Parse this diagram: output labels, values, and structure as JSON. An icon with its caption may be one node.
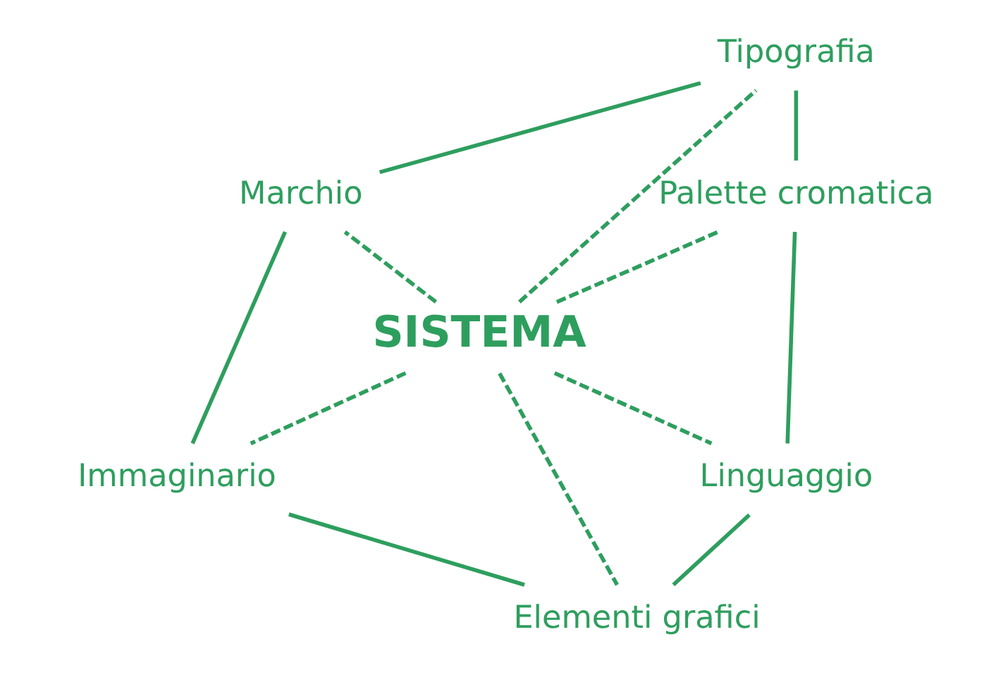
{
  "diagram": {
    "nodes": [
      {
        "text": [
          "Tipografia"
        ]
      },
      {
        "text": [
          "Palette cromatica"
        ]
      },
      {
        "text": [
          "Marchio"
        ]
      },
      {
        "text": [
          "SISTEMA"
        ]
      },
      {
        "text": [
          "Immaginario"
        ]
      },
      {
        "text": [
          "Linguaggio"
        ]
      },
      {
        "text": [
          "Elementi grafici"
        ]
      }
    ],
    "edges": [
      {
        "from": 0,
        "to": 1,
        "arrow": "none"
      },
      {
        "from": 1,
        "to": 5,
        "arrow": "none"
      },
      {
        "from": 5,
        "to": 6,
        "arrow": "none"
      },
      {
        "from": 6,
        "to": 4,
        "arrow": "none"
      },
      {
        "from": 4,
        "to": 2,
        "arrow": "none"
      },
      {
        "from": 2,
        "to": 0,
        "arrow": "none"
      },
      {
        "from": 3,
        "to": 0,
        "arrow": "none",
        "style": "dashed"
      },
      {
        "from": 3,
        "to": 1,
        "arrow": "none",
        "style": "dashed"
      },
      {
        "from": 3,
        "to": 5,
        "arrow": "none",
        "style": "dashed"
      },
      {
        "from": 3,
        "to": 6,
        "arrow": "none",
        "style": "dashed"
      },
      {
        "from": 3,
        "to": 4,
        "arrow": "none",
        "style": "dashed"
      },
      {
        "from": 3,
        "to": 2,
        "arrow": "none",
        "style": "dashed"
      }
    ]
  }
}
